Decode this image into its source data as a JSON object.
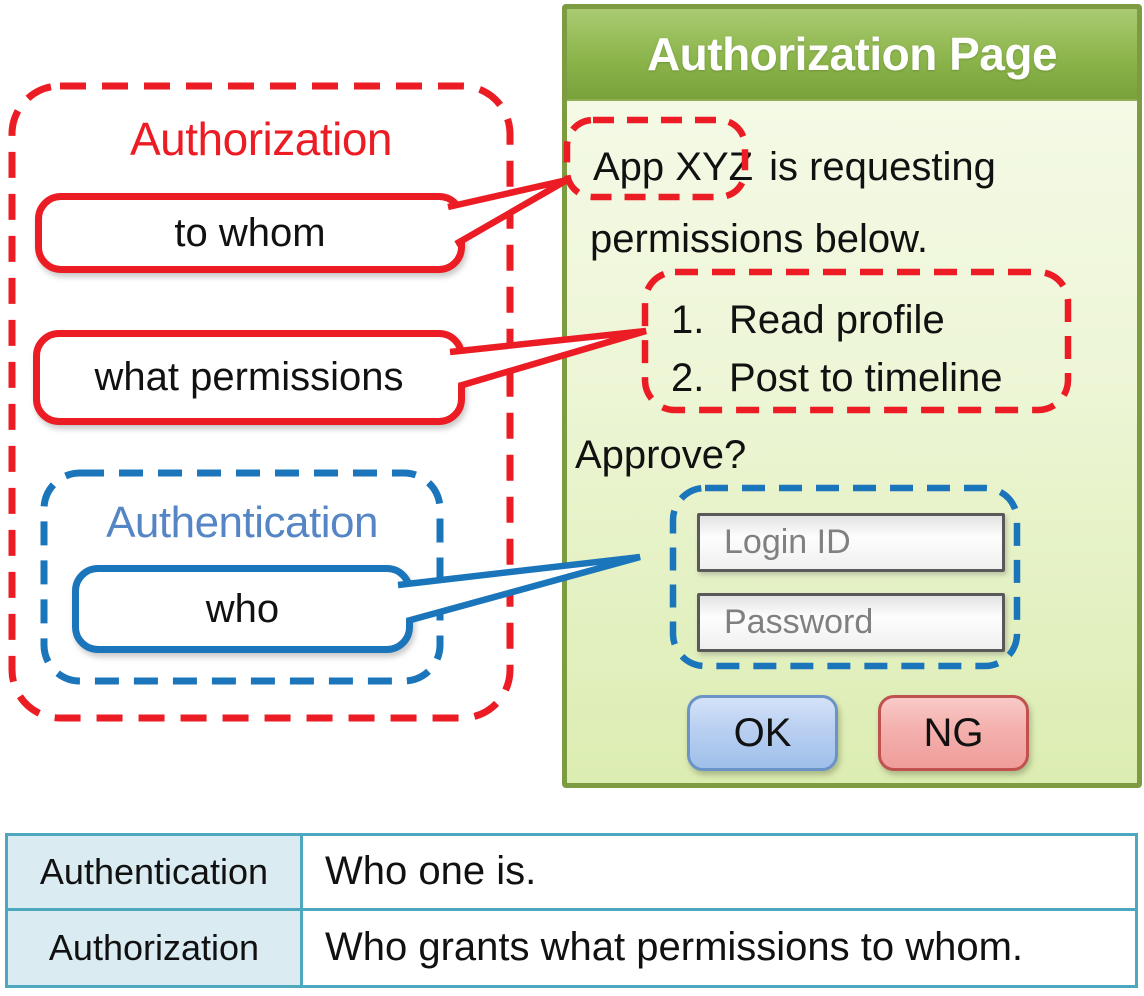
{
  "diagram": {
    "authorization_label": "Authorization",
    "to_whom_label": "to whom",
    "what_permissions_label": "what permissions",
    "authentication_label": "Authentication",
    "who_label": "who"
  },
  "auth_page": {
    "title": "Authorization Page",
    "app_name": "App XYZ",
    "request_text_line1": "is requesting",
    "request_text_line2": "permissions below.",
    "permissions": [
      {
        "num": "1.",
        "label": "Read profile"
      },
      {
        "num": "2.",
        "label": "Post to timeline"
      }
    ],
    "approve_label": "Approve?",
    "login_id_placeholder": "Login ID",
    "password_placeholder": "Password",
    "ok_label": "OK",
    "ng_label": "NG"
  },
  "definitions_table": {
    "rows": [
      {
        "term": "Authentication",
        "definition": "Who one is."
      },
      {
        "term": "Authorization",
        "definition": "Who grants what permissions to whom."
      }
    ]
  },
  "colors": {
    "authorization_red": "#ec1c24",
    "authentication_blue": "#1b75bb",
    "authentication_text_blue": "#5585c5",
    "panel_border_green": "#7d9c41",
    "header_green_top": "#aacb72",
    "header_green_bottom": "#78a23a",
    "body_green_top": "#f6fbea",
    "body_green_bottom": "#dcedb2",
    "table_border_teal": "#4da7bf",
    "table_term_bg": "#daebf2",
    "ok_button_blue": "#9fc0ea",
    "ng_button_pink": "#ef9d9a",
    "input_placeholder_gray": "#808080"
  }
}
